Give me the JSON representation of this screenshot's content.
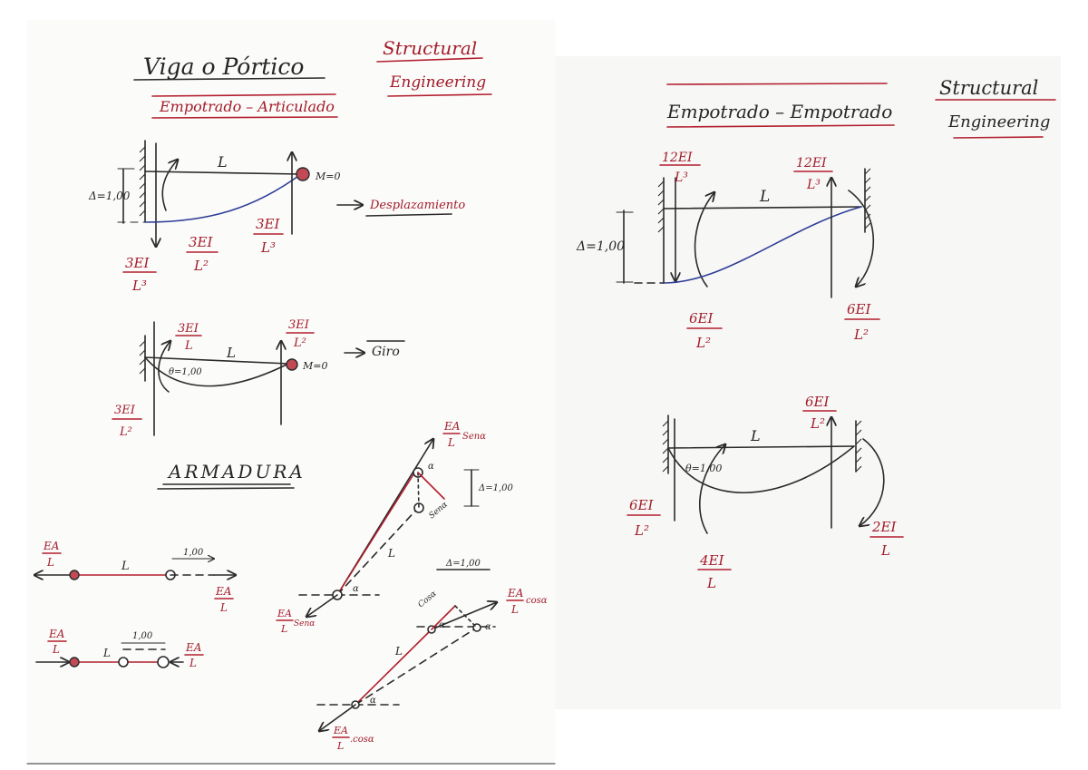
{
  "left_page": {
    "title": "Viga o Pórtico",
    "tag_line1": "Structural",
    "tag_line2": "Engineering",
    "case1_title": "Empotrado – Articulado",
    "d1": {
      "delta": "Δ=1,00",
      "span": "L",
      "hinge": "M=0",
      "result": "Desplazamiento",
      "v_left_num": "3EI",
      "v_left_den": "L³",
      "m_left_num": "3EI",
      "m_left_den": "L²",
      "v_right_num": "3EI",
      "v_right_den": "L³"
    },
    "d2": {
      "theta": "θ=1,00",
      "span": "L",
      "hinge": "M=0",
      "result": "Giro",
      "m_num": "3EI",
      "m_den": "L",
      "v_left_num": "3EI",
      "v_left_den": "L²",
      "v_right_num": "3EI",
      "v_right_den": "L²"
    },
    "armadura": {
      "title": "ARMADURA",
      "ea": "EA",
      "l": "L",
      "d100": "1,00",
      "sen": "Senα",
      "cos": "cosα",
      "alpha": "α",
      "delta": "Δ=1,00",
      "sen_top": "EA",
      "sen_top_den": "L",
      "sen_top_suf": "Senα",
      "sen_bot_suf": "Senα",
      "cos_top_suf": "cosα",
      "cos_bot_suf": ".cosα",
      "sen_small": "Senα",
      "cos_small": "Cosα"
    }
  },
  "right_page": {
    "case2_title": "Empotrado – Empotrado",
    "tag_line1": "Structural",
    "tag_line2": "Engineering",
    "d3": {
      "delta": "Δ=1,00",
      "span": "L",
      "v_left_num": "12EI",
      "v_left_den": "L³",
      "v_right_num": "12EI",
      "v_right_den": "L³",
      "m_left_num": "6EI",
      "m_left_den": "L²",
      "m_right_num": "6EI",
      "m_right_den": "L²"
    },
    "d4": {
      "theta": "θ=1,00",
      "span": "L",
      "v_left_num": "6EI",
      "v_left_den": "L²",
      "v_right_num": "6EI",
      "v_right_den": "L²",
      "m_left_num": "4EI",
      "m_left_den": "L",
      "m_right_num": "2EI",
      "m_right_den": "L"
    }
  }
}
